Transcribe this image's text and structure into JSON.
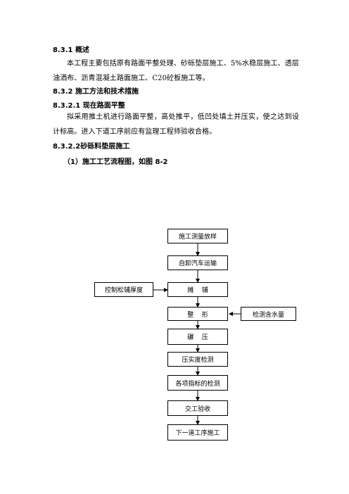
{
  "headings": {
    "h1": "8.3.1 概述",
    "h2": "8.3.2 施工方法和技术措施",
    "h3": "8.3.2.1 现在路面平整",
    "h4": "8.3.2.2砂砾料垫层施工",
    "h5": "（1）施工工艺流程图，如图 8-2"
  },
  "paragraphs": {
    "p1": "本工程主要包括原有路面平整处理、砂砾垫层施工、5%水稳层施工、透层油洒布、沥青混凝土路面施工、C20砼板施工等。",
    "p2": "拟采用推土机进行路面平整，高处推平，低凹处填土并压实，使之达到设计标高。进入下道工序前应有监理工程师验收合格。"
  },
  "flowchart": {
    "steps": [
      "施工测量放样",
      "自卸汽车运输",
      "摊    铺",
      "整    形",
      "碾    压",
      "压实度检测",
      "各项指标的检测",
      "交工验收",
      "下一道工序施工"
    ],
    "side_left": "控制松铺厚度",
    "side_right": "检测含水量"
  }
}
